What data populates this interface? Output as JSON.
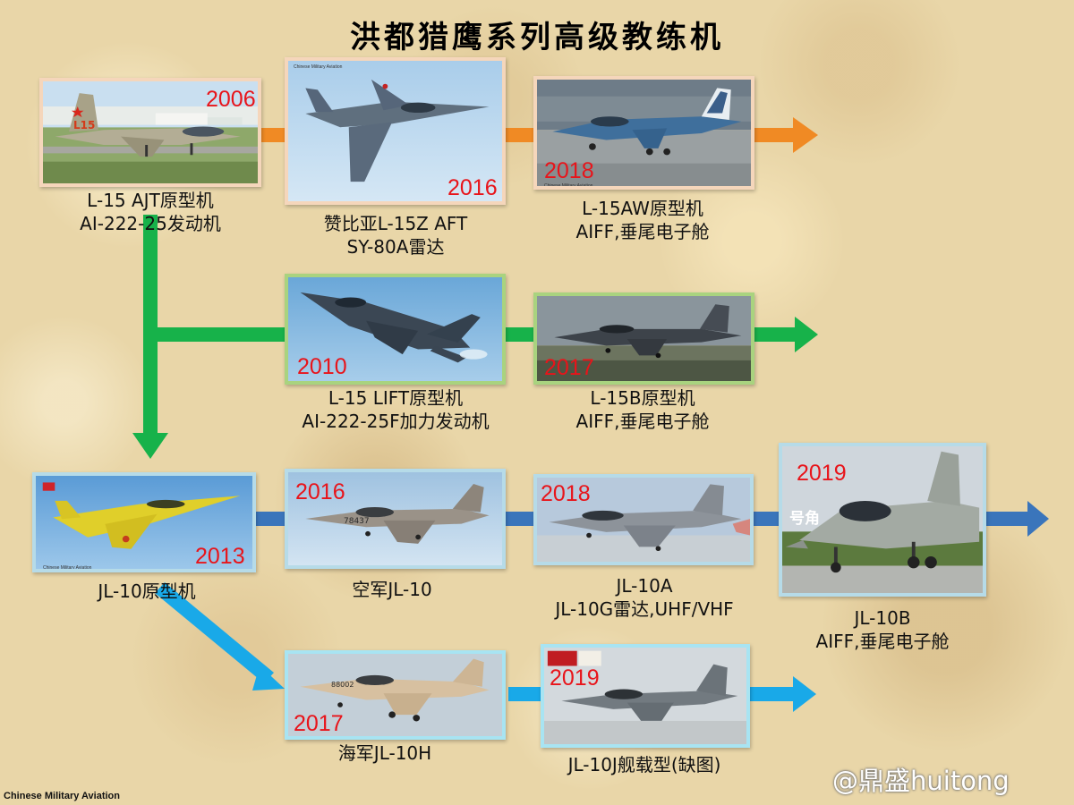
{
  "title": "洪都猎鹰系列高级教练机",
  "watermark": "Chinese Military Aviation",
  "footer": {
    "credit": "Chinese Military Aviation",
    "weibo": "@鼎盛huitong"
  },
  "colors": {
    "orange": "#f08a24",
    "green": "#17b24a",
    "steel_blue": "#3a75bb",
    "sky_blue": "#19a9e8",
    "year_red": "#e8141a"
  },
  "nodes": {
    "l15_ajt": {
      "year": "2006",
      "line1": "L-15 AJT原型机",
      "line2": "AI-222-25发动机",
      "aircraft_code": "L15"
    },
    "l15z": {
      "year": "2016",
      "line1": "赞比亚L-15Z AFT",
      "line2": "SY-80A雷达"
    },
    "l15aw": {
      "year": "2018",
      "line1": "L-15AW原型机",
      "line2": "AIFF,垂尾电子舱"
    },
    "l15_lift": {
      "year": "2010",
      "line1": "L-15 LIFT原型机",
      "line2": "AI-222-25F加力发动机"
    },
    "l15b": {
      "year": "2017",
      "line1": "L-15B原型机",
      "line2": "AIFF,垂尾电子舱"
    },
    "jl10_proto": {
      "year": "2013",
      "line1": "JL-10原型机"
    },
    "jl10_af": {
      "year": "2016",
      "line1": "空军JL-10",
      "aircraft_code": "78437"
    },
    "jl10a": {
      "year": "2018",
      "line1": "JL-10A",
      "line2": "JL-10G雷达,UHF/VHF"
    },
    "jl10b": {
      "year": "2019",
      "line1": "JL-10B",
      "line2": "AIFF,垂尾电子舱",
      "callsign": "号角"
    },
    "jl10h": {
      "year": "2017",
      "line1": "海军JL-10H",
      "aircraft_code": "88002"
    },
    "jl10j": {
      "year": "2019",
      "line1": "JL-10J舰载型(缺图)"
    }
  }
}
